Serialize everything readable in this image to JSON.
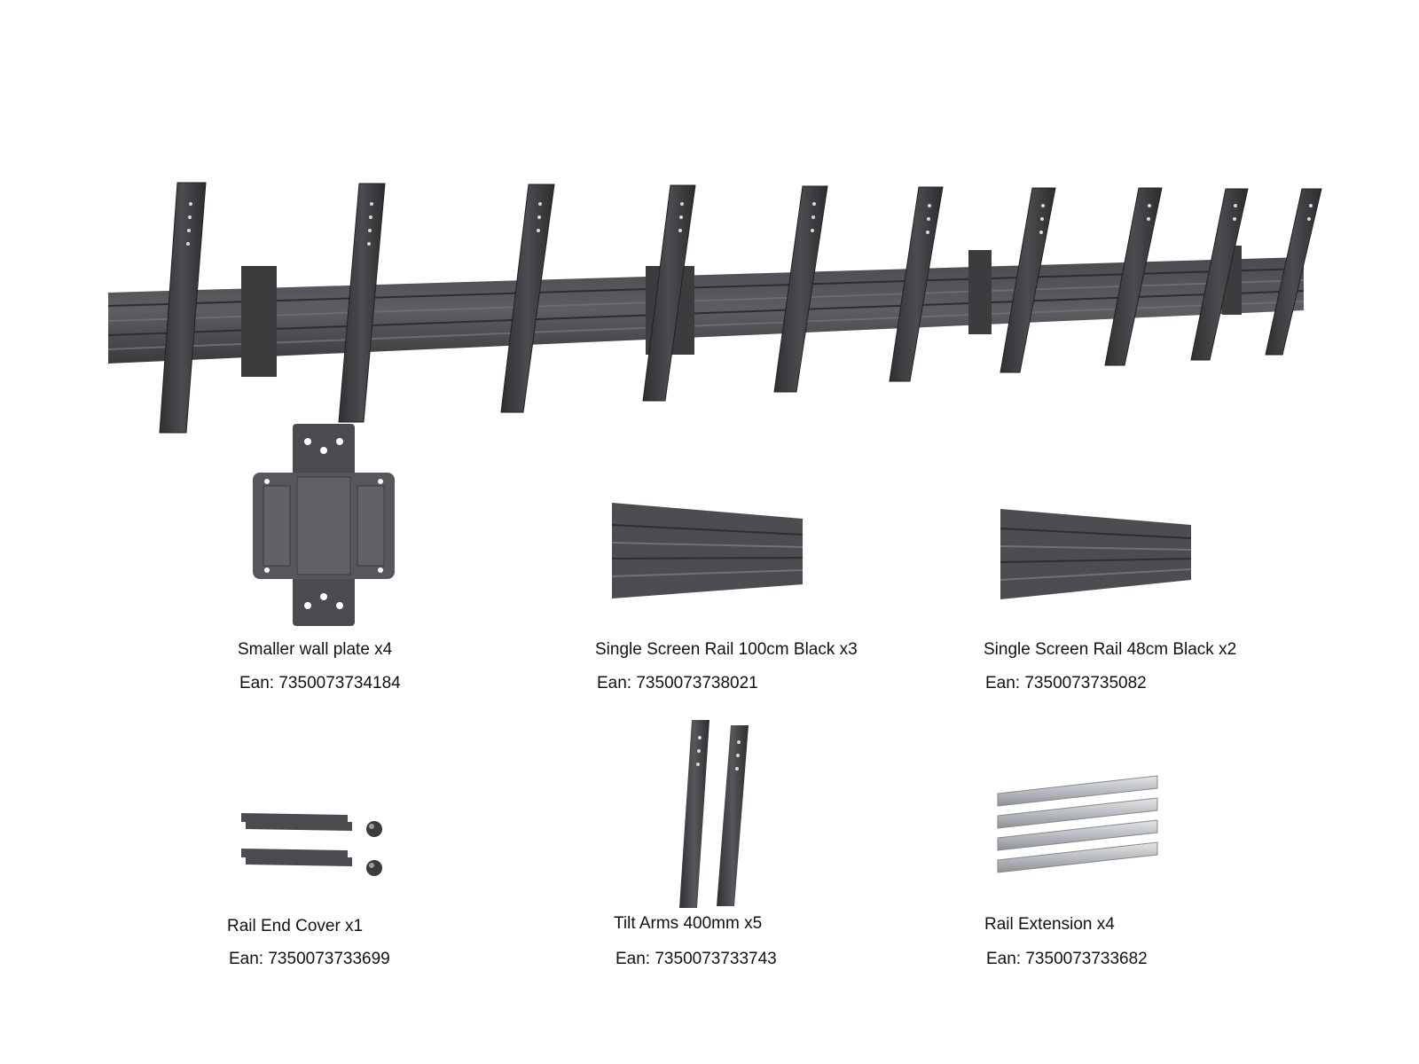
{
  "hero": {
    "name": "Assembled video wall mount"
  },
  "parts": [
    {
      "title": "Smaller wall plate x4",
      "ean": "Ean:  7350073734184"
    },
    {
      "title": "Single Screen Rail 100cm Black x3",
      "ean": "Ean:  7350073738021"
    },
    {
      "title": "Single Screen Rail 48cm Black x2",
      "ean": "Ean: 7350073735082"
    },
    {
      "title": "Rail End Cover x1",
      "ean": "Ean:  7350073733699"
    },
    {
      "title": "Tilt Arms 400mm x5",
      "ean": "Ean: 7350073733743"
    },
    {
      "title": "Rail Extension x4",
      "ean": "Ean: 7350073733682"
    }
  ],
  "colors": {
    "metal_dark": "#3d3e40",
    "metal_mid": "#55575a",
    "metal_light": "#7a7c80",
    "silver": "#c9cccf"
  }
}
